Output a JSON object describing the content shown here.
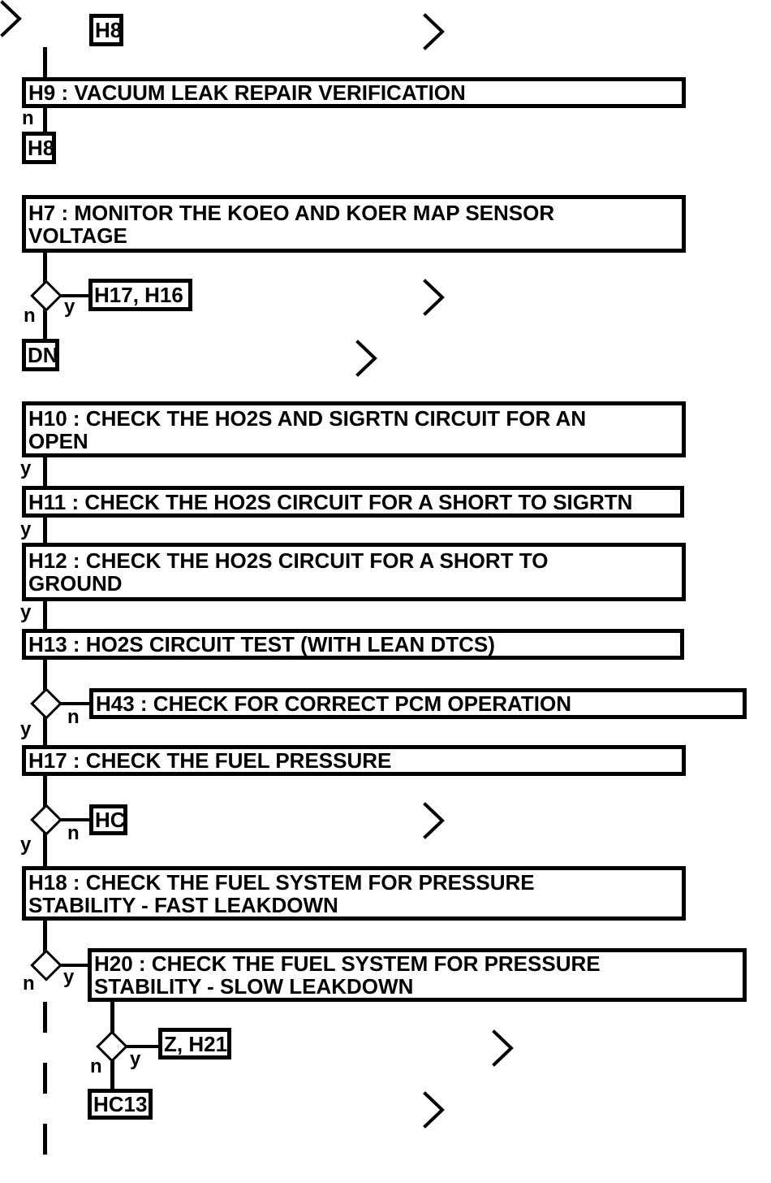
{
  "colors": {
    "ink": "#000000",
    "paper": "#ffffff"
  },
  "branch_labels": {
    "yes": "y",
    "no": "n"
  },
  "nodes": {
    "h8_top": {
      "lines": [
        "H8"
      ]
    },
    "h9": {
      "lines": [
        "H9 : VACUUM LEAK REPAIR VERIFICATION"
      ]
    },
    "h8_return": {
      "lines": [
        "H8"
      ]
    },
    "h7": {
      "lines": [
        "H7 : MONITOR THE KOEO AND KOER MAP SENSOR",
        "VOLTAGE"
      ]
    },
    "h17_h16": {
      "lines": [
        "H17, H16"
      ]
    },
    "dn": {
      "lines": [
        "DN"
      ]
    },
    "h10": {
      "lines": [
        "H10 : CHECK THE HO2S AND SIGRTN CIRCUIT FOR AN",
        "OPEN"
      ]
    },
    "h11": {
      "lines": [
        "H11 : CHECK THE HO2S CIRCUIT FOR A SHORT TO SIGRTN"
      ]
    },
    "h12": {
      "lines": [
        "H12 : CHECK THE HO2S CIRCUIT FOR A SHORT TO",
        "GROUND"
      ]
    },
    "h13": {
      "lines": [
        "H13 : HO2S CIRCUIT TEST (WITH LEAN DTCS)"
      ]
    },
    "h43": {
      "lines": [
        "H43 : CHECK FOR CORRECT PCM OPERATION"
      ]
    },
    "h17": {
      "lines": [
        "H17 : CHECK THE FUEL PRESSURE"
      ]
    },
    "hc": {
      "lines": [
        "HC"
      ]
    },
    "h18": {
      "lines": [
        "H18 : CHECK THE FUEL SYSTEM FOR PRESSURE",
        "STABILITY - FAST LEAKDOWN"
      ]
    },
    "h20": {
      "lines": [
        "H20 : CHECK THE FUEL SYSTEM FOR PRESSURE",
        "STABILITY - SLOW LEAKDOWN"
      ]
    },
    "z_h21": {
      "lines": [
        "Z, H21"
      ]
    },
    "hc13": {
      "lines": [
        "HC13"
      ]
    }
  }
}
